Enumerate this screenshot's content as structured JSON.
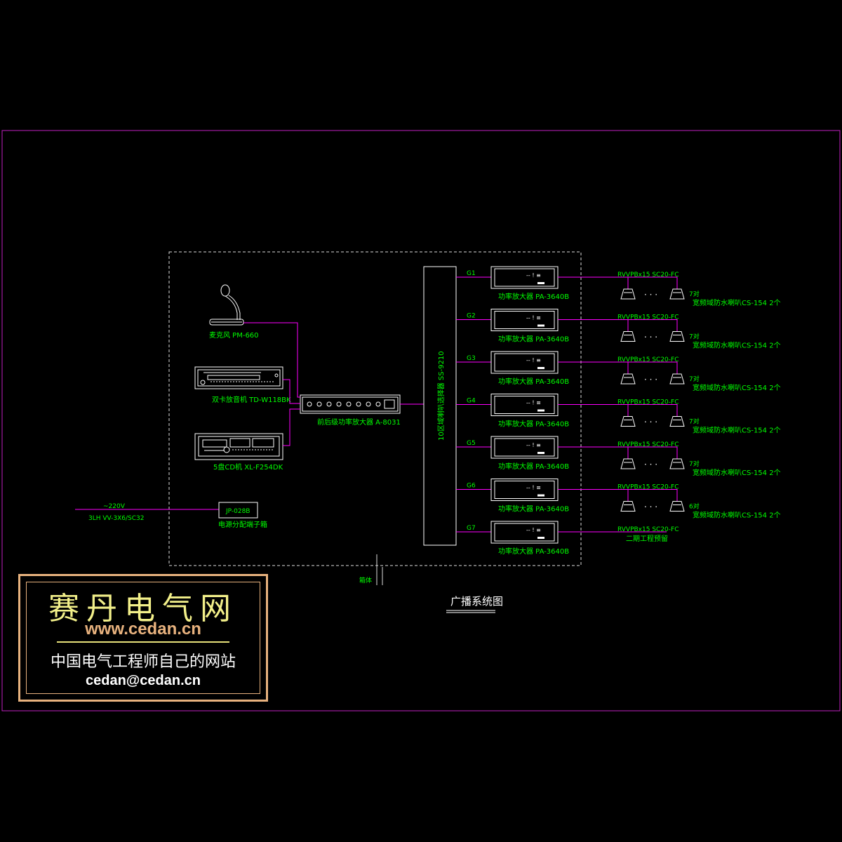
{
  "title": "广播系统图",
  "colors": {
    "frame": "#c020c0",
    "wire": "#ff00ff",
    "label": "#00ff00",
    "equip": "#ffffff",
    "logo_gold": "#e8b27e",
    "logo_yellow": "#f3f08a"
  },
  "devices": {
    "mic_label": "麦克风 PM-660",
    "dual_deck_label": "双卡放音机 TD-W118BK",
    "cd_label": "5盘CD机 XL-F254DK",
    "preamp_label": "前后级功率放大器 A-8031",
    "selector_label": "10区域喇叭选择器 SS-9210",
    "power_box_label": "JP-028B",
    "power_box_caption": "电源分配端子箱"
  },
  "power": {
    "voltage": "~220V",
    "cable": "3LH VV-3X6/SC32"
  },
  "cabinet_label": "箱体",
  "amplifier_front_text": "-- ! ≡",
  "zones": [
    {
      "id": "G1",
      "amp_label": "功率放大器 PA-3640B",
      "cable": "RVVPBx15 SC20-FC",
      "count": "7对",
      "speaker_label": "宽频域防水喇叭CS-154 2个"
    },
    {
      "id": "G2",
      "amp_label": "功率放大器 PA-3640B",
      "cable": "RVVPBx15 SC20-FC",
      "count": "7对",
      "speaker_label": "宽频域防水喇叭CS-154 2个"
    },
    {
      "id": "G3",
      "amp_label": "功率放大器 PA-3640B",
      "cable": "RVVPBx15 SC20-FC",
      "count": "7对",
      "speaker_label": "宽频域防水喇叭CS-154 2个"
    },
    {
      "id": "G4",
      "amp_label": "功率放大器 PA-3640B",
      "cable": "RVVPBx15 SC20-FC",
      "count": "7对",
      "speaker_label": "宽频域防水喇叭CS-154 2个"
    },
    {
      "id": "G5",
      "amp_label": "功率放大器 PA-3640B",
      "cable": "RVVPBx15 SC20-FC",
      "count": "7对",
      "speaker_label": "宽频域防水喇叭CS-154 2个"
    },
    {
      "id": "G6",
      "amp_label": "功率放大器 PA-3640B",
      "cable": "RVVPBx15 SC20-FC",
      "count": "6对",
      "speaker_label": "宽频域防水喇叭CS-154 2个"
    },
    {
      "id": "G7",
      "amp_label": "功率放大器 PA-3640B",
      "cable": "RVVPBx15 SC20-FC",
      "count": "",
      "speaker_label": "",
      "reserve_label": "二期工程预留"
    }
  ],
  "logo": {
    "title": "赛丹电气网",
    "url": "www.cedan.cn",
    "subtitle": "中国电气工程师自己的网站",
    "email": "cedan@cedan.cn"
  }
}
